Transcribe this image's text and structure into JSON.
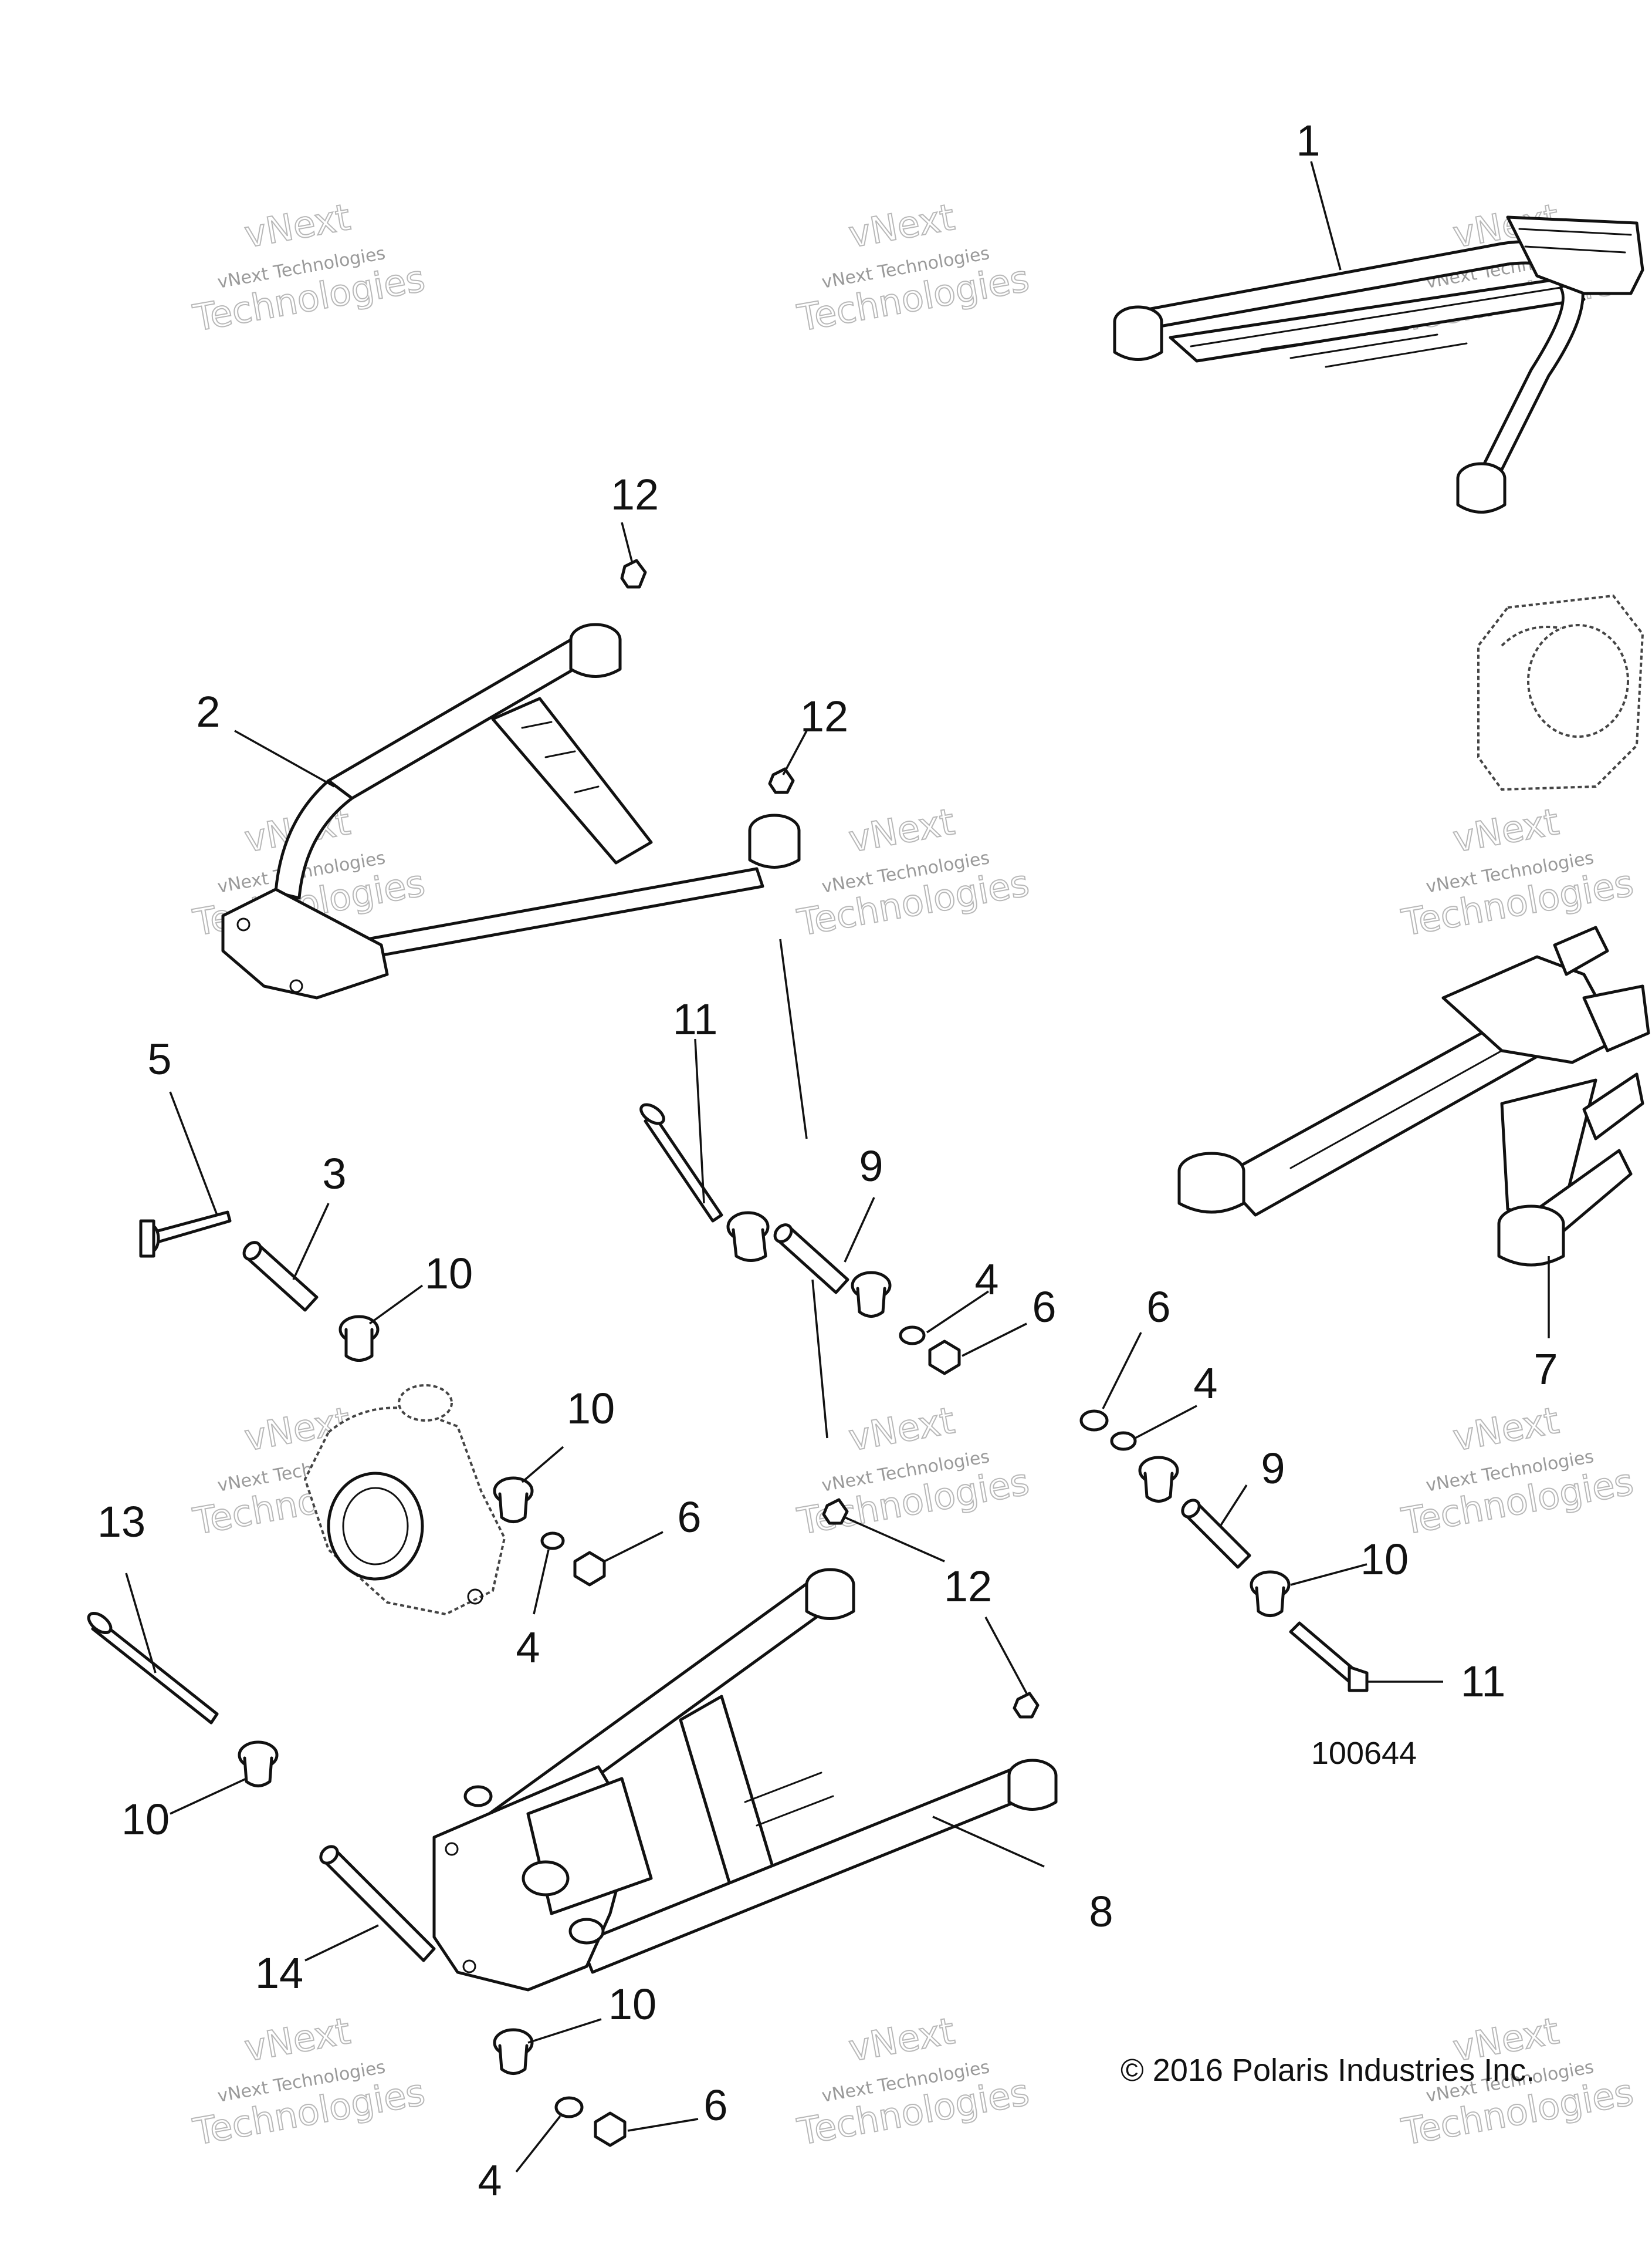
{
  "callouts": {
    "c1": "1",
    "c2": "2",
    "c3": "3",
    "c4a": "4",
    "c4b": "4",
    "c4c": "4",
    "c4d": "4",
    "c5": "5",
    "c6a": "6",
    "c6b": "6",
    "c6c": "6",
    "c6d": "6",
    "c7": "7",
    "c8": "8",
    "c9a": "9",
    "c9b": "9",
    "c10a": "10",
    "c10b": "10",
    "c10c": "10",
    "c10d": "10",
    "c10e": "10",
    "c11a": "11",
    "c11b": "11",
    "c12a": "12",
    "c12b": "12",
    "c12c": "12",
    "c13": "13",
    "c14": "14"
  },
  "figure_number": "100644",
  "copyright": "© 2016 Polaris Industries Inc.",
  "watermark": {
    "line1": "vNext",
    "line2": "vNext Technologies",
    "line3": "Technologies"
  }
}
